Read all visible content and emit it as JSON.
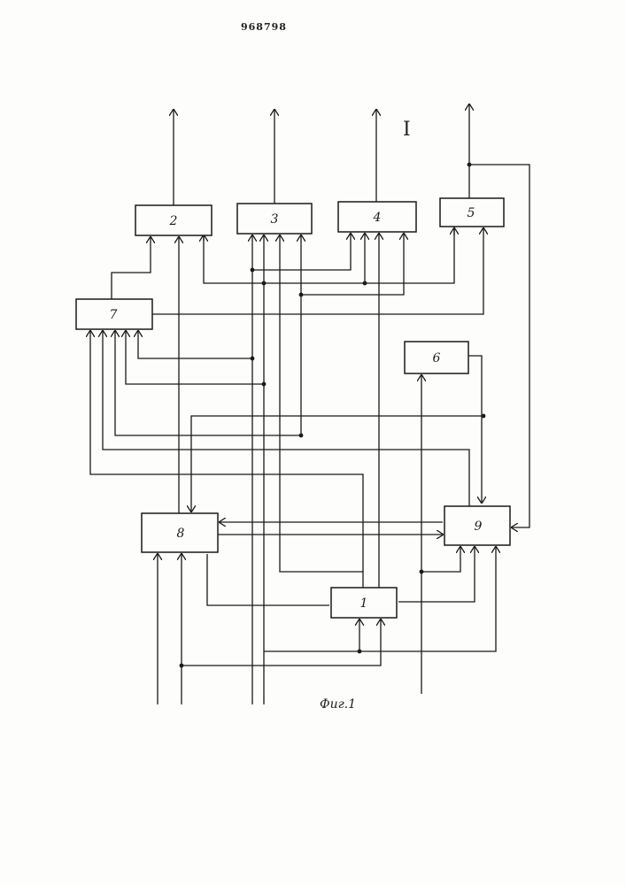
{
  "document": {
    "number": "968798",
    "sheet_mark": "I",
    "figure_caption": "Фиг.1"
  },
  "blocks": [
    {
      "id": "b1",
      "label": "1"
    },
    {
      "id": "b2",
      "label": "2"
    },
    {
      "id": "b3",
      "label": "3"
    },
    {
      "id": "b4",
      "label": "4"
    },
    {
      "id": "b5",
      "label": "5"
    },
    {
      "id": "b6",
      "label": "6"
    },
    {
      "id": "b7",
      "label": "7"
    },
    {
      "id": "b8",
      "label": "8"
    },
    {
      "id": "b9",
      "label": "9"
    }
  ],
  "colors": {
    "ink": "#1a1a1a",
    "paper": "#fdfdfb"
  }
}
